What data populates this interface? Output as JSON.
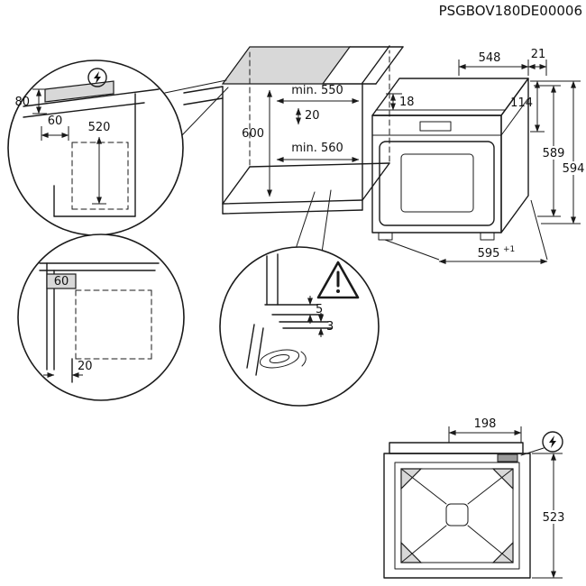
{
  "doc_code": "PSGBOV180DE00006",
  "colors": {
    "line": "#1a1a1a",
    "shaded": "#d8d8d8",
    "background": "#ffffff"
  },
  "niche": {
    "width_min": "min. 550",
    "height": "600",
    "rear_gap": "20",
    "depth_min": "min. 560"
  },
  "oven": {
    "depth": "548",
    "rear_clearance": "21",
    "top_clearance": "18",
    "control_panel_height": "114",
    "height_body": "589",
    "height_total": "594",
    "width": "595",
    "width_tolerance": "+1"
  },
  "counter_detail": {
    "front_height": "80",
    "trim_width": "60",
    "depth": "520"
  },
  "plan_detail": {
    "corner_clearance": "60",
    "edge_gap": "20"
  },
  "gap_detail": {
    "upper_gap": "5",
    "lower_gap": "3"
  },
  "rear_view": {
    "connection_offset": "198",
    "height": "523"
  },
  "icons": {
    "power_counter": "lightning-bolt-circle",
    "power_rear": "lightning-bolt-circle",
    "hazard": "warning-triangle-exclamation"
  }
}
